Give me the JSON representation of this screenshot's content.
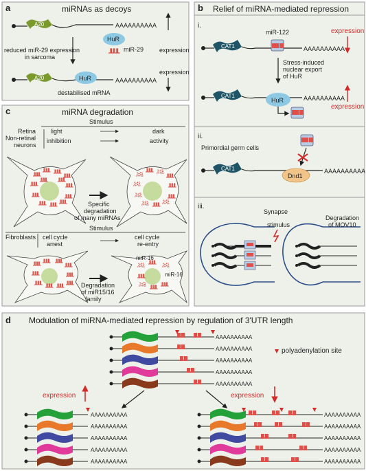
{
  "panel_a": {
    "letter": "a",
    "title": "miRNAs as decoys",
    "gene": "A20",
    "polyA": "AAAAAAAAAA",
    "hur": "HuR",
    "mir": "miR-29",
    "note_line1": "reduced miR-29 expression",
    "note_line2": "in sarcoma",
    "expression": "expression",
    "destab": "destabilised mRNA"
  },
  "panel_b": {
    "letter": "b",
    "title": "Relief of miRNA-mediated repression",
    "sub_i": "i.",
    "sub_ii": "ii.",
    "sub_iii": "iii.",
    "gene": "CAT1",
    "mir122": "miR-122",
    "polyA": "AAAAAAAAAA",
    "expression": "expression",
    "stress_line1": "Stress-induced",
    "stress_line2": "nuclear export",
    "stress_line3": "of HuR",
    "hur": "HuR",
    "pgc": "Primordial germ cells",
    "dnd1": "Dnd1",
    "synapse": "Synapse",
    "stimulus": "stimulus",
    "deg_line1": "Degradation",
    "deg_line2": "of MOV10"
  },
  "panel_c": {
    "letter": "c",
    "title": "miRNA degradation",
    "stimulus": "Stimulus",
    "retina": "Retina",
    "nonretinal_line1": "Non-retinal",
    "nonretinal_line2": "neurons",
    "light": "light",
    "dark": "dark",
    "inhibition": "inhibition",
    "activity": "activity",
    "spec_line1": "Specific",
    "spec_line2": "degradation",
    "spec_line3": "of many miRNAs",
    "fibroblasts": "Fibroblasts",
    "arrest_line1": "cell cycle",
    "arrest_line2": "arrest",
    "reentry_line1": "cell cycle",
    "reentry_line2": "re-entry",
    "mir16a": "miR-16",
    "mir16b": "miR-16",
    "deg_line1": "Degradation",
    "deg_line2": "of miR15/16",
    "deg_line3": "family"
  },
  "panel_d": {
    "letter": "d",
    "title": "Modulation of miRNA-mediated repression by regulation of 3'UTR length",
    "polyA": "AAAAAAAAAA",
    "legend": "polyadenylation site",
    "expression": "expression"
  },
  "colors": {
    "gene_green": "#7a9a2e",
    "gene_teal": "#1f5566",
    "hur_blue": "#8ec9e3",
    "dnd1_orange": "#f1c48a",
    "mirna_red": "#d9453a",
    "cell_green": "#b9d58a",
    "synapse_blue": "#2c4d8a",
    "panel_bg": "#eef1ea",
    "row_colors": [
      "#25a13a",
      "#e8792a",
      "#3f4aa0",
      "#e03a9a",
      "#8a3a1c"
    ]
  }
}
